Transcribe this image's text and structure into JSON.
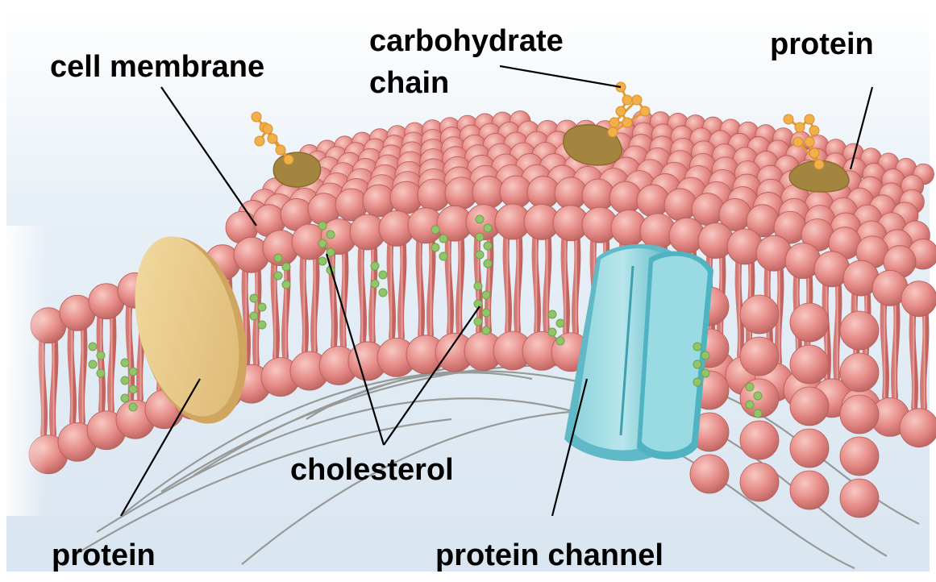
{
  "labels": {
    "cell_membrane": "cell membrane",
    "carbohydrate_line1": "carbohydrate",
    "carbohydrate_line2": "chain",
    "protein_top_right": "protein",
    "cholesterol": "cholesterol",
    "protein_bottom_left": "protein",
    "protein_channel": "protein channel"
  },
  "colors": {
    "phospholipid_head": "#e58a86",
    "phospholipid_head_highlight": "#f6c0bb",
    "phospholipid_tail": "#c96a66",
    "cholesterol": "#92c46a",
    "carbohydrate": "#f2b04a",
    "surface_protein": "#a4853f",
    "transmembrane_protein": "#ecd08f",
    "channel_protein": "#8fd3dc",
    "channel_protein_dark": "#4fb3c1",
    "cytoskeleton_fibers": "#8c8c88",
    "background_gradient": "#dfeaf4"
  }
}
